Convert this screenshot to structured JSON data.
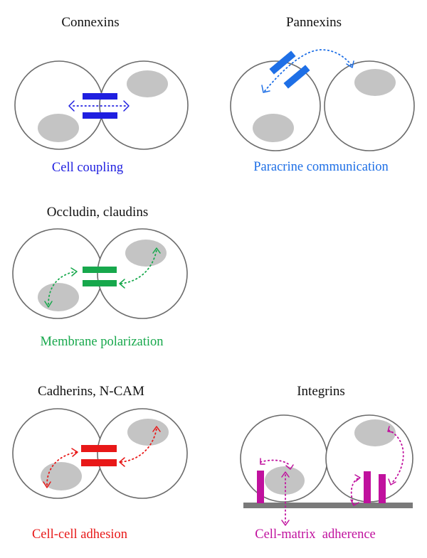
{
  "panels": {
    "connexins": {
      "title": "Connexins",
      "caption": "Cell coupling",
      "color": "#1f1fe0"
    },
    "pannexins": {
      "title": "Pannexins",
      "caption": "Paracrine communication",
      "color": "#1e6fe6"
    },
    "occludin": {
      "title": "Occludin, claudins",
      "caption": "Membrane polarization",
      "color": "#17a84c"
    },
    "cadherins": {
      "title": "Cadherins, N-CAM",
      "caption": "Cell-cell adhesion",
      "color": "#e81818"
    },
    "integrins": {
      "title": "Integrins",
      "caption": "Cell-matrix  adherence",
      "color": "#c0119e"
    }
  },
  "colors": {
    "membrane": "#6b6b6b",
    "nucleus": "#c4c4c4",
    "substrate": "#7a7a7a"
  }
}
